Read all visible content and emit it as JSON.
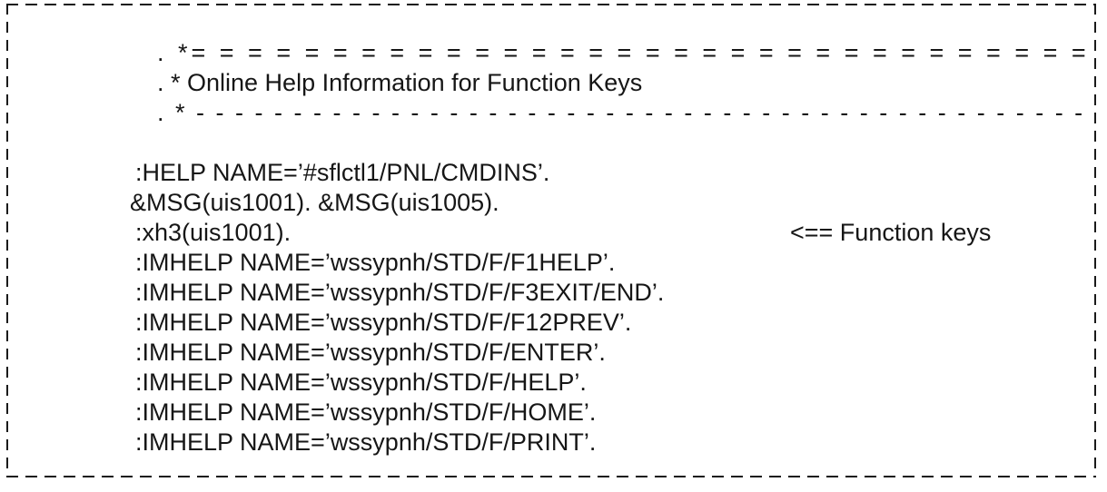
{
  "page": {
    "background": "#ffffff",
    "border_color": "#1a1a1a",
    "text_color": "#161616"
  },
  "listing": {
    "lines": [
      {
        "type": "comment-eq",
        "text": ". *= = = = = = = = = = = = = = = = = = = = = = = = = = = = = = = = = = ="
      },
      {
        "type": "comment-text",
        "text": ". * Online Help Information for Function Keys"
      },
      {
        "type": "comment-dash",
        "text": ". * - - - - - - - - - - - - - - - - - - - - - - - - - - - - - - - - - - - - - - - - - - - - - - - - - -"
      },
      {
        "type": "blank",
        "text": ""
      },
      {
        "type": "help",
        "text": ":HELP NAME=’#sflctl1/PNL/CMDINS’."
      },
      {
        "type": "msg",
        "text": "&MSG(uis1001). &MSG(uis1005)."
      },
      {
        "type": "xh3",
        "text": ":xh3(uis1001)."
      },
      {
        "type": "imhelp",
        "text": ":IMHELP NAME=’wssypnh/STD/F/F1HELP’."
      },
      {
        "type": "imhelp",
        "text": ":IMHELP NAME=’wssypnh/STD/F/F3EXIT/END’."
      },
      {
        "type": "imhelp",
        "text": ":IMHELP NAME=’wssypnh/STD/F/F12PREV’."
      },
      {
        "type": "imhelp",
        "text": ":IMHELP NAME=’wssypnh/STD/F/ENTER’."
      },
      {
        "type": "imhelp",
        "text": ":IMHELP NAME=’wssypnh/STD/F/HELP’."
      },
      {
        "type": "imhelp",
        "text": ":IMHELP NAME=’wssypnh/STD/F/HOME’."
      },
      {
        "type": "imhelp",
        "text": ":IMHELP NAME=’wssypnh/STD/F/PRINT’."
      }
    ],
    "annotation": {
      "text": "<== Function keys"
    }
  }
}
